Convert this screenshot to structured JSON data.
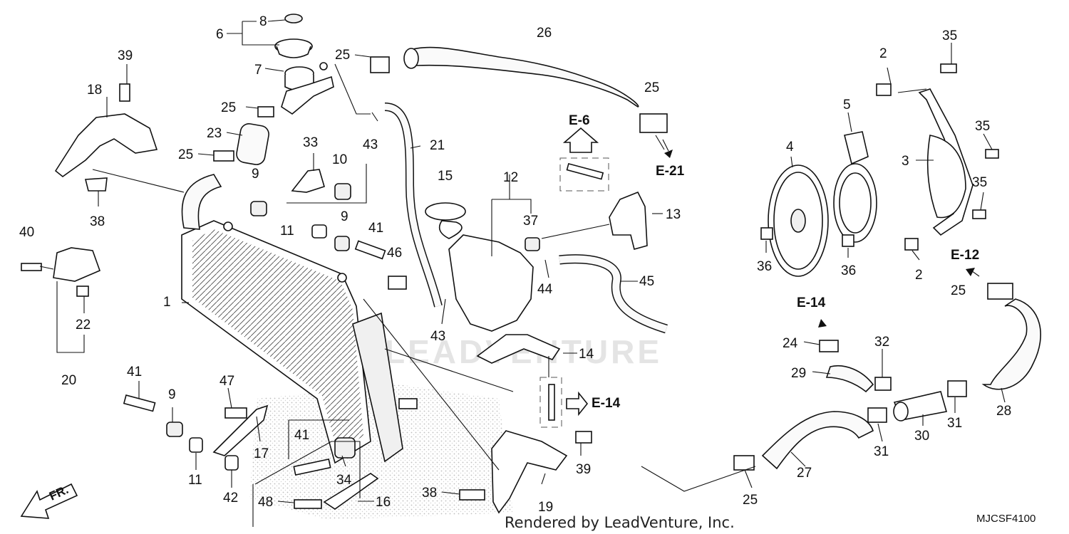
{
  "diagram": {
    "callouts": [
      {
        "id": "c1",
        "text": "1"
      },
      {
        "id": "c2a",
        "text": "2"
      },
      {
        "id": "c2b",
        "text": "2"
      },
      {
        "id": "c3",
        "text": "3"
      },
      {
        "id": "c4",
        "text": "4"
      },
      {
        "id": "c5",
        "text": "5"
      },
      {
        "id": "c6",
        "text": "6"
      },
      {
        "id": "c7",
        "text": "7"
      },
      {
        "id": "c8",
        "text": "8"
      },
      {
        "id": "c9a",
        "text": "9"
      },
      {
        "id": "c9b",
        "text": "9"
      },
      {
        "id": "c9c",
        "text": "9"
      },
      {
        "id": "c10",
        "text": "10"
      },
      {
        "id": "c11a",
        "text": "11"
      },
      {
        "id": "c11b",
        "text": "11"
      },
      {
        "id": "c12",
        "text": "12"
      },
      {
        "id": "c13",
        "text": "13"
      },
      {
        "id": "c14",
        "text": "14"
      },
      {
        "id": "c15",
        "text": "15"
      },
      {
        "id": "c16",
        "text": "16"
      },
      {
        "id": "c17",
        "text": "17"
      },
      {
        "id": "c18",
        "text": "18"
      },
      {
        "id": "c19",
        "text": "19"
      },
      {
        "id": "c20",
        "text": "20"
      },
      {
        "id": "c21",
        "text": "21"
      },
      {
        "id": "c22",
        "text": "22"
      },
      {
        "id": "c23",
        "text": "23"
      },
      {
        "id": "c24",
        "text": "24"
      },
      {
        "id": "c25a",
        "text": "25"
      },
      {
        "id": "c25b",
        "text": "25"
      },
      {
        "id": "c25c",
        "text": "25"
      },
      {
        "id": "c25d",
        "text": "25"
      },
      {
        "id": "c25e",
        "text": "25"
      },
      {
        "id": "c25f",
        "text": "25"
      },
      {
        "id": "c26",
        "text": "26"
      },
      {
        "id": "c27",
        "text": "27"
      },
      {
        "id": "c28",
        "text": "28"
      },
      {
        "id": "c29",
        "text": "29"
      },
      {
        "id": "c30",
        "text": "30"
      },
      {
        "id": "c31a",
        "text": "31"
      },
      {
        "id": "c31b",
        "text": "31"
      },
      {
        "id": "c32",
        "text": "32"
      },
      {
        "id": "c33",
        "text": "33"
      },
      {
        "id": "c34",
        "text": "34"
      },
      {
        "id": "c35a",
        "text": "35"
      },
      {
        "id": "c35b",
        "text": "35"
      },
      {
        "id": "c35c",
        "text": "35"
      },
      {
        "id": "c36a",
        "text": "36"
      },
      {
        "id": "c36b",
        "text": "36"
      },
      {
        "id": "c37",
        "text": "37"
      },
      {
        "id": "c38a",
        "text": "38"
      },
      {
        "id": "c38b",
        "text": "38"
      },
      {
        "id": "c39a",
        "text": "39"
      },
      {
        "id": "c39b",
        "text": "39"
      },
      {
        "id": "c40",
        "text": "40"
      },
      {
        "id": "c41a",
        "text": "41"
      },
      {
        "id": "c41b",
        "text": "41"
      },
      {
        "id": "c41c",
        "text": "41"
      },
      {
        "id": "c42",
        "text": "42"
      },
      {
        "id": "c43a",
        "text": "43"
      },
      {
        "id": "c43b",
        "text": "43"
      },
      {
        "id": "c44",
        "text": "44"
      },
      {
        "id": "c45",
        "text": "45"
      },
      {
        "id": "c46",
        "text": "46"
      },
      {
        "id": "c47",
        "text": "47"
      },
      {
        "id": "c48",
        "text": "48"
      }
    ],
    "references": [
      {
        "id": "e6",
        "text": "E-6"
      },
      {
        "id": "e21",
        "text": "E-21"
      },
      {
        "id": "e12",
        "text": "E-12"
      },
      {
        "id": "e14a",
        "text": "E-14"
      },
      {
        "id": "e14b",
        "text": "E-14"
      }
    ],
    "front_marker": "FR.",
    "watermark": "LEADVENTURE",
    "credit": "Rendered by LeadVenture, Inc.",
    "diagram_code": "MJCSF4100"
  }
}
